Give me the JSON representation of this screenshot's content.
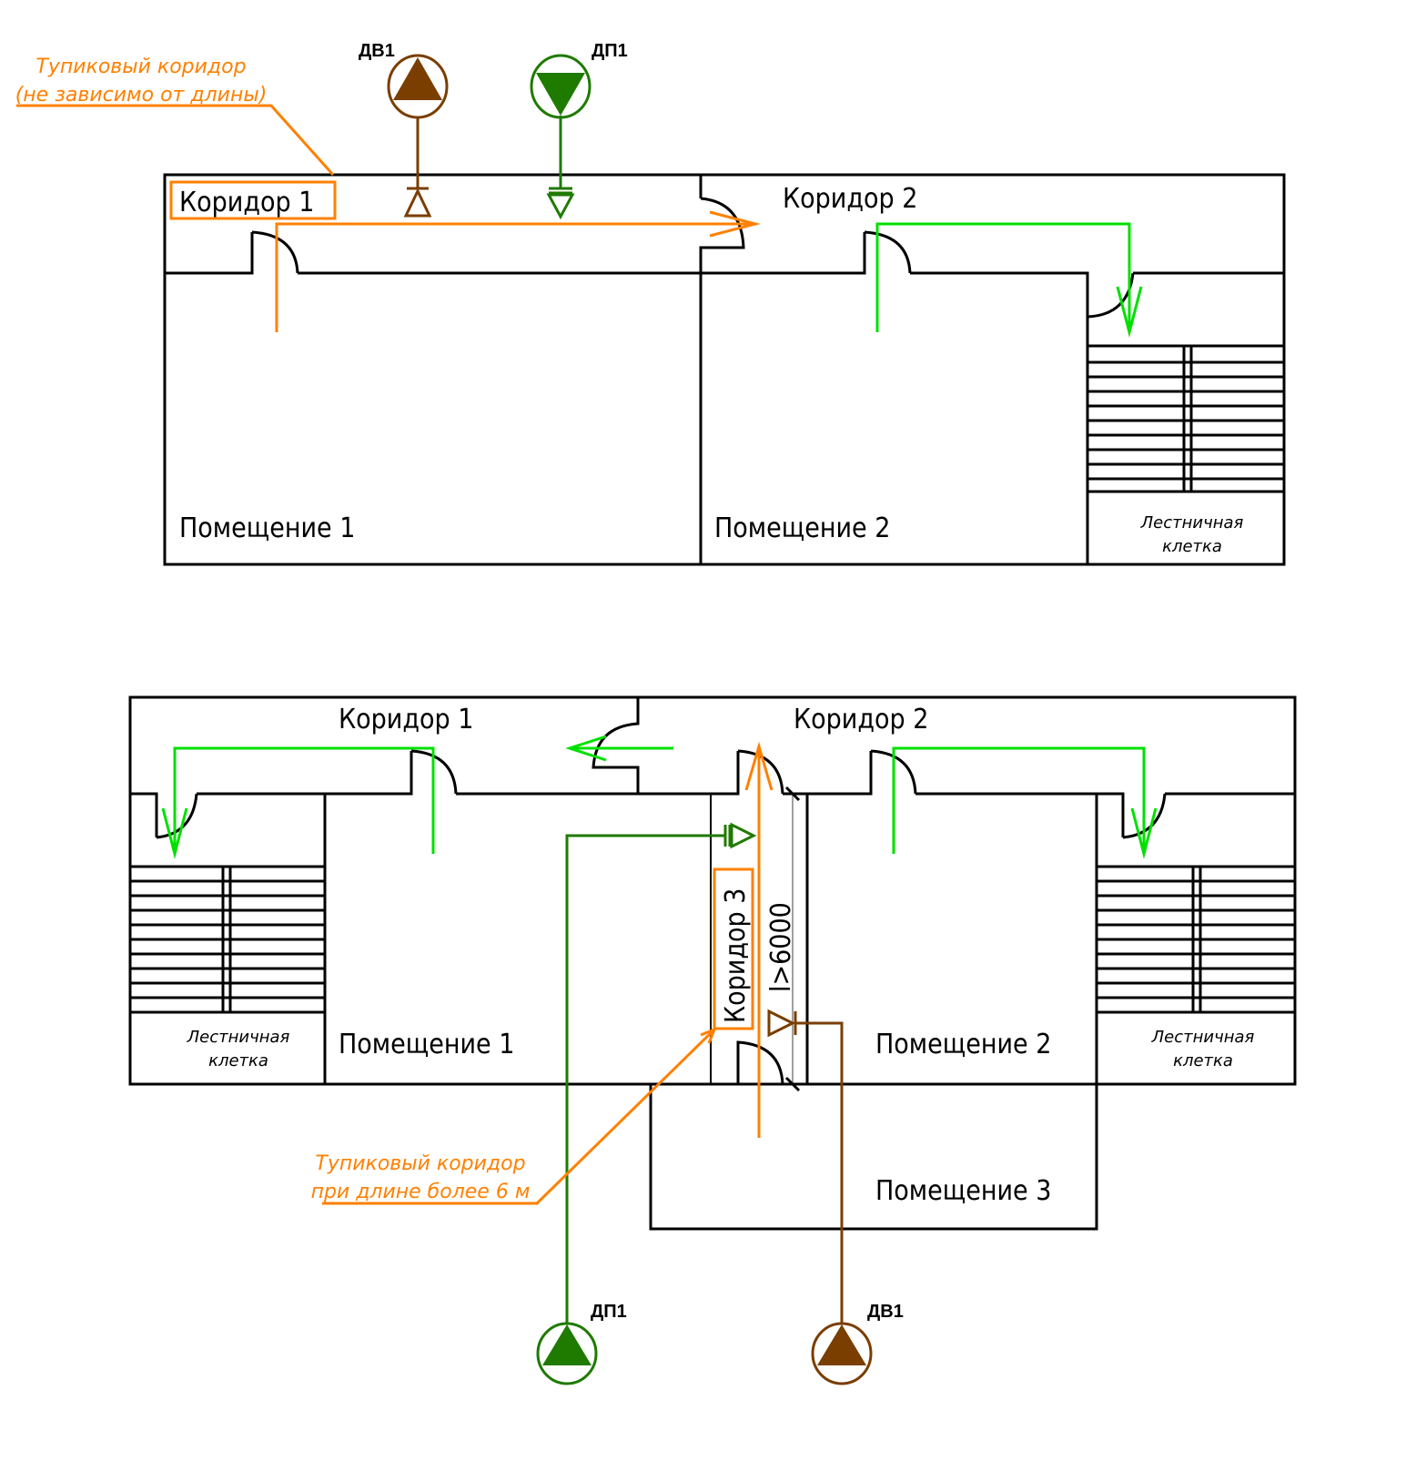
{
  "colors": {
    "wall": "#000000",
    "dead_end": "#ff8000",
    "evacuation": "#00e000",
    "supply_fan": "#1f7a00",
    "exhaust_fan": "#7a3e00"
  },
  "plan_top": {
    "rooms": {
      "corridor_1": "Коридор 1",
      "corridor_2": "Коридор 2",
      "room_1": "Помещение 1",
      "room_2": "Помещение 2",
      "stair_line1": "Лестничная",
      "stair_line2": "клетка"
    },
    "exhaust_tag": "ДВ1",
    "supply_tag": "ДП1",
    "note_line1": "Тупиковый коридор",
    "note_line2": "(не зависимо от длины)"
  },
  "plan_bottom": {
    "rooms": {
      "corridor_1": "Коридор 1",
      "corridor_2": "Коридор 2",
      "corridor_3": "Коридор 3",
      "room_1": "Помещение 1",
      "room_2": "Помещение 2",
      "room_3": "Помещение 3",
      "stair_left_line1": "Лестничная",
      "stair_left_line2": "клетка",
      "stair_right_line1": "Лестничная",
      "stair_right_line2": "клетка"
    },
    "dimension": "l>6000",
    "exhaust_tag": "ДВ1",
    "supply_tag": "ДП1",
    "note_line1": "Тупиковый коридор",
    "note_line2": "при длине более 6 м"
  }
}
